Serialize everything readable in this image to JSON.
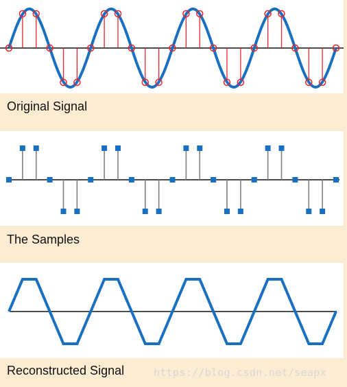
{
  "panels": {
    "original_label": "Original Signal",
    "samples_label": "The Samples",
    "reconstructed_label": "Reconstructed Signal"
  },
  "watermark": "https://blog.csdn.net/seapx",
  "colors": {
    "background": "#fbecd2",
    "panel": "#ffffff",
    "wave": "#1a70c0",
    "sample_line_red": "#e8242c",
    "sample_marker": "#1a70c0",
    "stem_gray": "#808080",
    "axis": "#111111"
  },
  "chart_data": {
    "type": "diagram",
    "cycles": 4,
    "samples_per_cycle": 6,
    "sample_values": [
      0,
      1,
      1,
      0,
      -1,
      -1,
      0,
      1,
      1,
      0,
      -1,
      -1,
      0,
      1,
      1,
      0,
      -1,
      -1,
      0,
      1,
      1,
      0,
      -1,
      -1,
      0
    ]
  }
}
